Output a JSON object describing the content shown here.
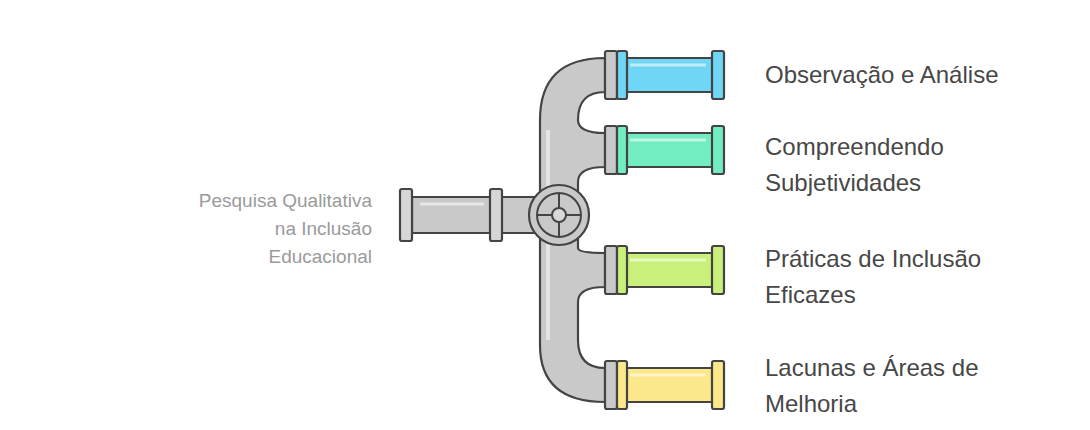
{
  "diagram": {
    "labels": [
      "Pesquisa Qualitativa na Inclusão Educacional",
      "Observação e Análise",
      "Compreendendo Subjetividades",
      "Práticas de Inclusão Eficazes",
      "Lacunas e Áreas de Melhoria"
    ]
  }
}
